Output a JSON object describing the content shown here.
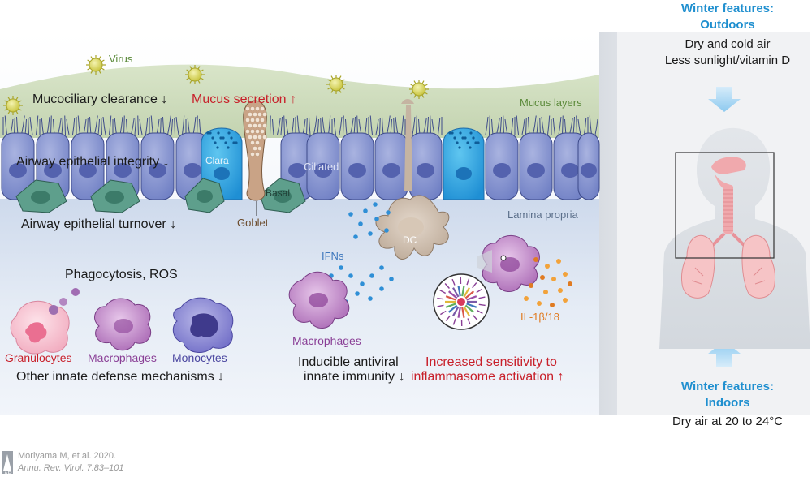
{
  "labels": {
    "virus": "Virus",
    "mucociliary_clearance": "Mucociliary clearance ↓",
    "mucus_secretion": "Mucus secretion ↑",
    "mucus_layers": "Mucus layers",
    "airway_integrity": "Airway epithelial integrity ↓",
    "clara": "Clara",
    "ciliated": "Ciliated",
    "basal": "Basal",
    "goblet": "Goblet",
    "airway_turnover": "Airway epithelial turnover ↓",
    "lamina_propria": "Lamina propria",
    "dc": "DC",
    "ifns": "IFNs",
    "phagocytosis": "Phagocytosis, ROS",
    "granulocytes": "Granulocytes",
    "macrophages_row": "Macrophages",
    "monocytes": "Monocytes",
    "macrophages_center": "Macrophages",
    "other_innate": "Other innate defense mechanisms ↓",
    "inducible_line1": "Inducible antiviral",
    "inducible_line2": "innate immunity ↓",
    "increased_line1": "Increased sensitivity to",
    "increased_line2": "inflammasome activation ↑",
    "il1b": "IL-1β/18"
  },
  "winter_outdoors": {
    "heading": "Winter features:",
    "subheading": "Outdoors",
    "line1": "Dry and cold air",
    "line2": "Less sunlight/vitamin D"
  },
  "winter_indoors": {
    "heading": "Winter features:",
    "subheading": "Indoors",
    "line1": "Dry air at 20 to 24°C"
  },
  "credit": {
    "line1": "Moriyama M, et al. 2020.",
    "line2": "Annu. Rev. Virol. 7:83–101",
    "logo_text": "AR"
  },
  "icons": [
    "virus-icon",
    "clara-cell-icon",
    "goblet-cell-icon",
    "basal-cell-icon",
    "dendritic-cell-icon",
    "macrophage-icon",
    "granulocyte-icon",
    "monocyte-icon",
    "inflammasome-icon",
    "human-silhouette-icon",
    "respiratory-tract-icon",
    "down-arrow-icon",
    "up-arrow-icon"
  ],
  "colors": {
    "winter_accent": "#1f8fcf",
    "increase_red": "#c8202a",
    "cell_purple": "#8a3f96",
    "il_orange": "#e07b22"
  }
}
